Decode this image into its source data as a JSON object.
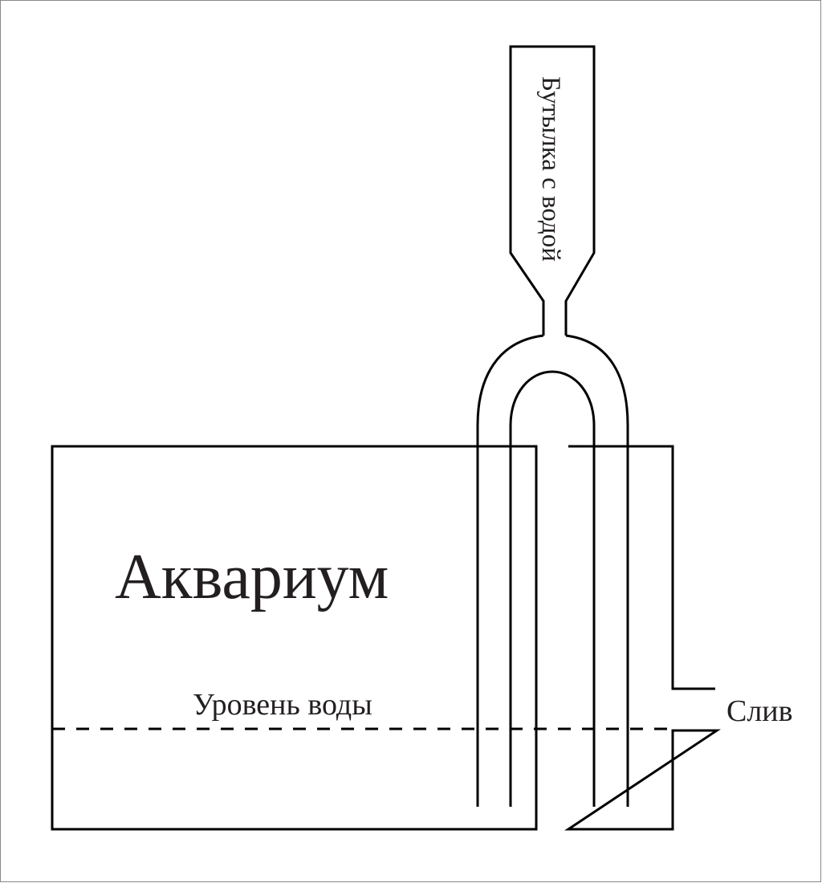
{
  "labels": {
    "aquarium": "Аквариум",
    "water_level": "Уровень воды",
    "drain": "Слив",
    "bottle": "Бутылка с водой"
  },
  "colors": {
    "stroke": "#000000",
    "text": "#231f20",
    "background": "#ffffff"
  }
}
